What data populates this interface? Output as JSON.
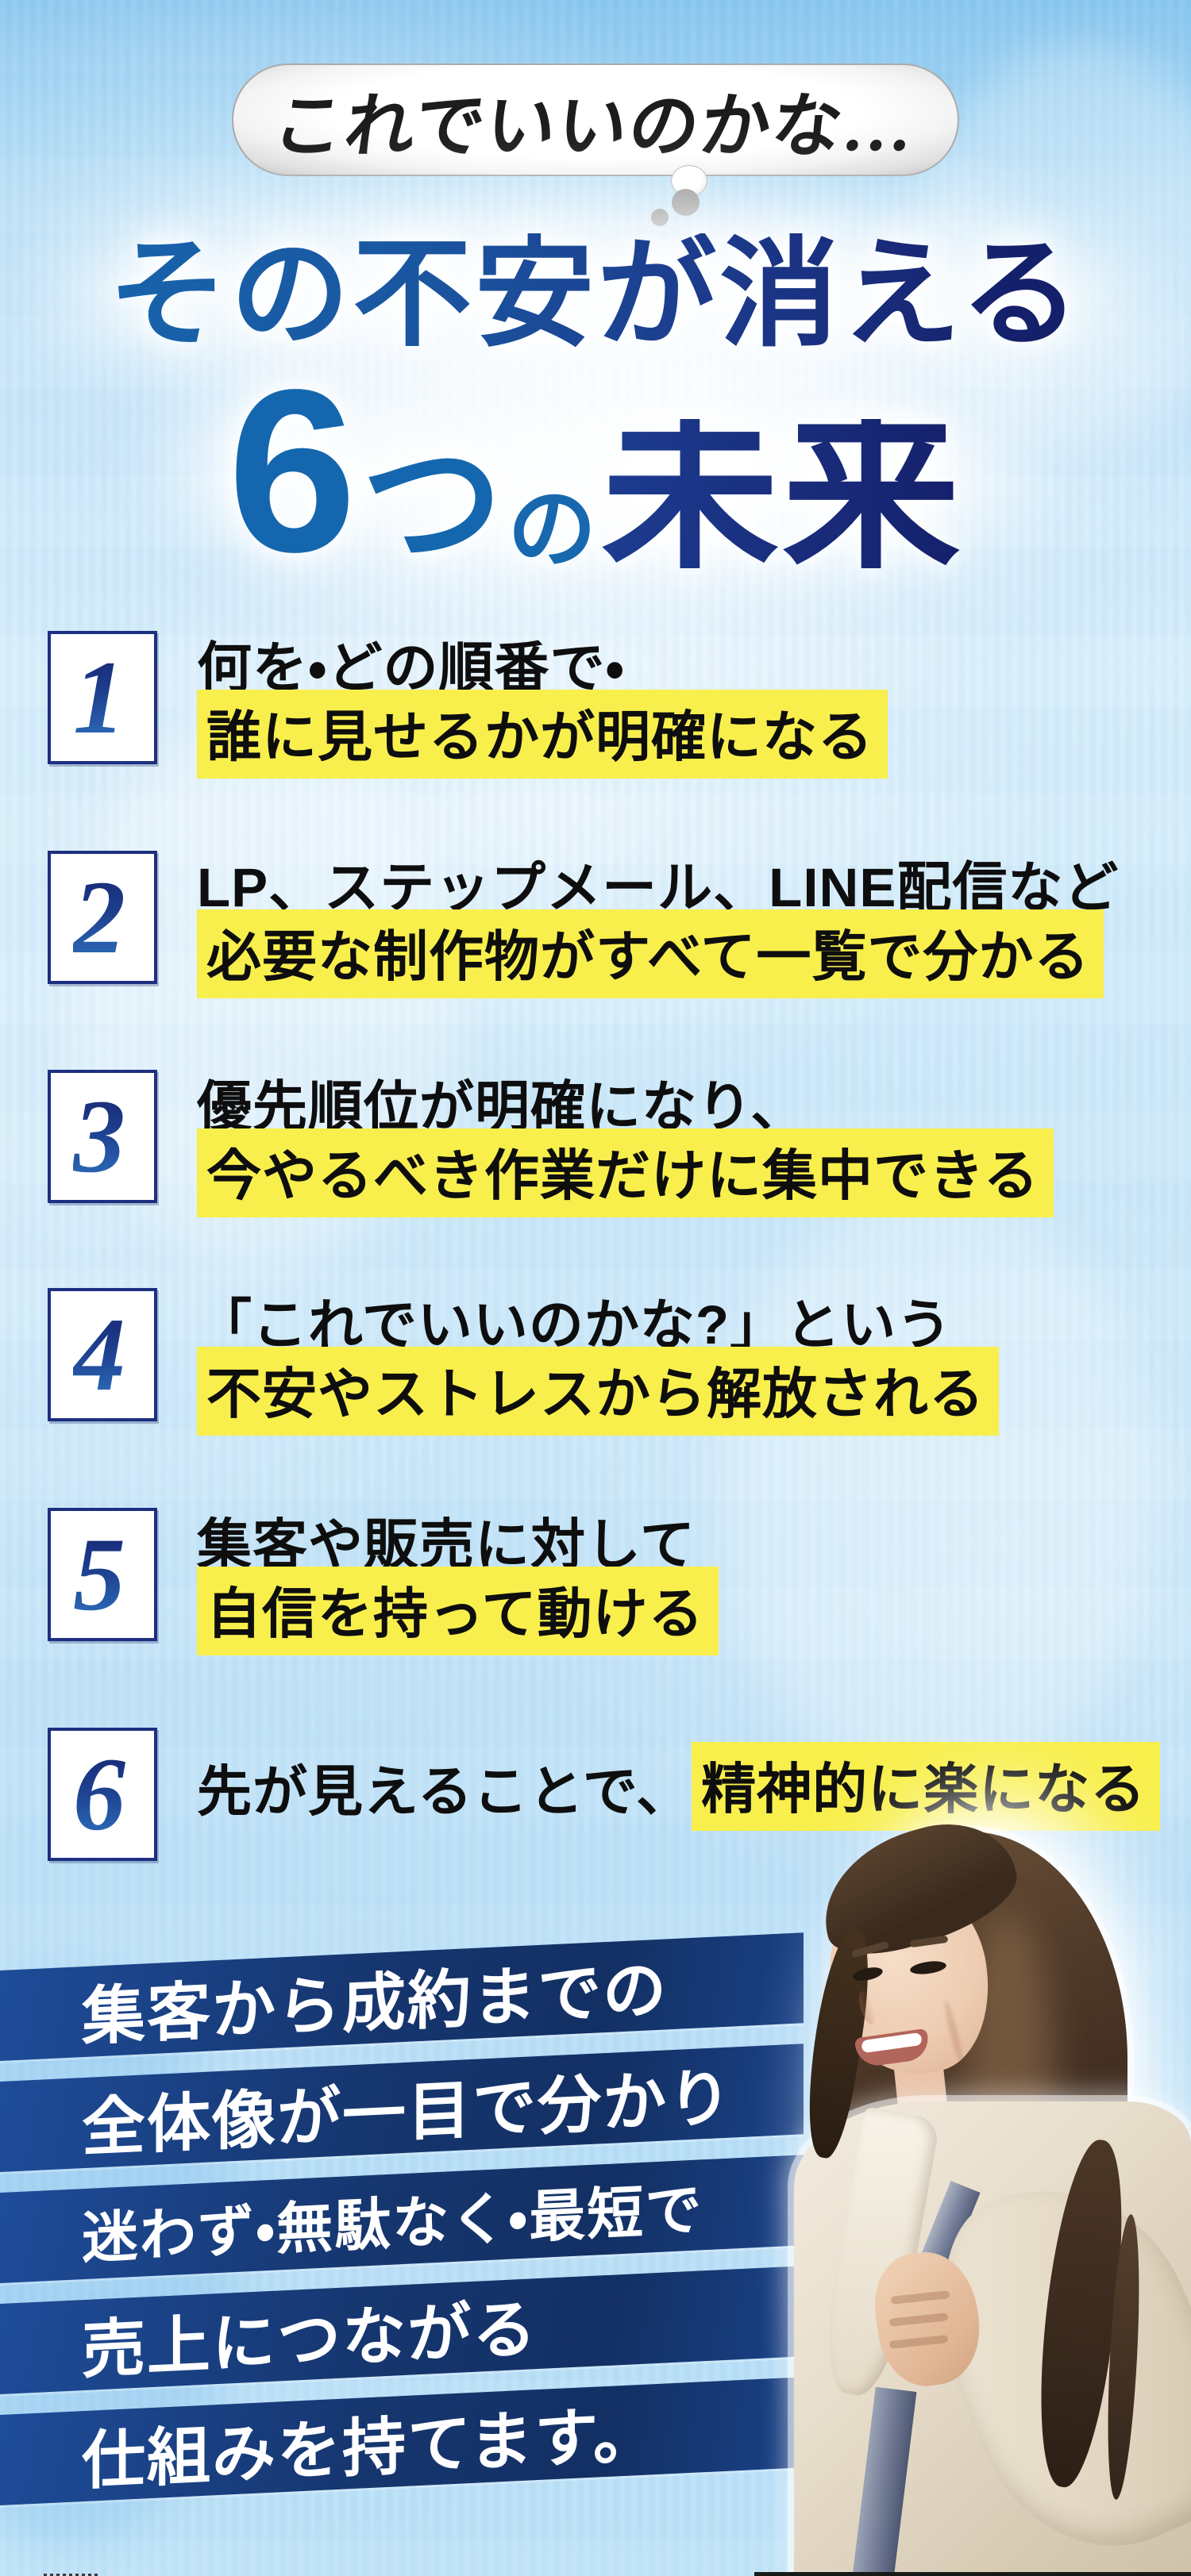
{
  "bubble": {
    "text": "これでいいのかな…"
  },
  "title": {
    "line1": "その不安が消える",
    "count": "6",
    "counter_suffix": "つ",
    "particle": "の",
    "emphasis": "未来"
  },
  "items": [
    {
      "number": "1",
      "line1_plain": "何を・どの順番で・",
      "line1_hl": "",
      "line2_plain": "",
      "line2_hl": "誰に見せるかが明確になる"
    },
    {
      "number": "2",
      "line1_plain": "LP、ステップメール、LINE配信など",
      "line1_hl": "",
      "line2_plain": "",
      "line2_hl": "必要な制作物がすべて一覧で分かる"
    },
    {
      "number": "3",
      "line1_plain": "優先順位が明確になり、",
      "line1_hl": "",
      "line2_plain": "",
      "line2_hl": "今やるべき作業だけに集中できる"
    },
    {
      "number": "4",
      "line1_plain": "「これでいいのかな?」という",
      "line1_hl": "",
      "line2_plain": "",
      "line2_hl": "不安やストレスから解放される"
    },
    {
      "number": "5",
      "line1_plain": "集客や販売に対して",
      "line1_hl": "",
      "line2_plain": "",
      "line2_hl": "自信を持って動ける"
    },
    {
      "number": "6",
      "line1_plain": "先が見えることで、",
      "line1_hl": "精神的に楽になる",
      "line2_plain": "",
      "line2_hl": ""
    }
  ],
  "banner": {
    "lines": [
      "集客から成約までの",
      "全体像が一目で分かり",
      "迷わず・無駄なく・最短で",
      "売上につながる",
      "仕組みを持てます。"
    ]
  },
  "photo": {
    "alt": "スーツ姿で空を見上げて微笑む女性"
  },
  "colors": {
    "sky_blue": "#b7def6",
    "title_blue_light": "#1668b0",
    "title_navy": "#15206b",
    "accent_blue": "#1467ae",
    "number_border_navy": "#1d2f80",
    "highlight_yellow": "#f8ef4d",
    "stripe_navy": "#16366f",
    "stripe_text": "#ffffff",
    "body_text": "#0e0e0e",
    "bubble_gray": "#bfbfbf"
  }
}
